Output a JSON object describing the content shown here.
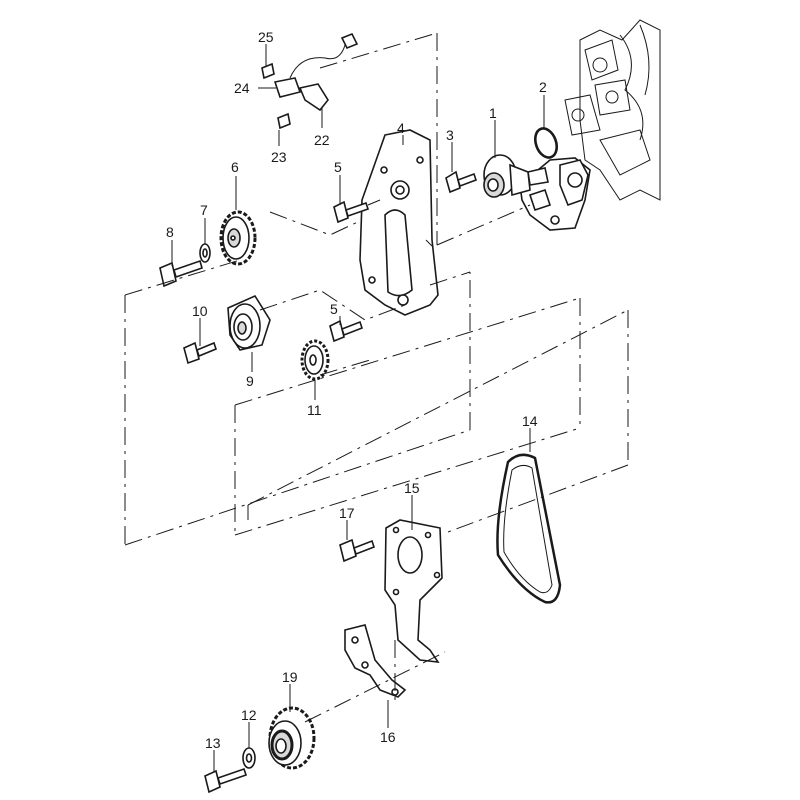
{
  "diagram": {
    "parts": [
      {
        "id": "p1",
        "label": "1",
        "icon": "water-pump-icon"
      },
      {
        "id": "p2",
        "label": "2",
        "icon": "o-ring-icon"
      },
      {
        "id": "p3",
        "label": "3",
        "icon": "bolt-icon"
      },
      {
        "id": "p4",
        "label": "4",
        "icon": "rear-timing-cover-icon"
      },
      {
        "id": "p5a",
        "label": "5",
        "icon": "bolt-icon"
      },
      {
        "id": "p5b",
        "label": "5",
        "icon": "bolt-icon"
      },
      {
        "id": "p6",
        "label": "6",
        "icon": "camshaft-sprocket-icon"
      },
      {
        "id": "p7",
        "label": "7",
        "icon": "washer-icon"
      },
      {
        "id": "p8",
        "label": "8",
        "icon": "bolt-icon"
      },
      {
        "id": "p9",
        "label": "9",
        "icon": "tensioner-pulley-icon"
      },
      {
        "id": "p10",
        "label": "10",
        "icon": "bolt-icon"
      },
      {
        "id": "p11",
        "label": "11",
        "icon": "idler-gear-icon"
      },
      {
        "id": "p12",
        "label": "12",
        "icon": "washer-icon"
      },
      {
        "id": "p13",
        "label": "13",
        "icon": "bolt-icon"
      },
      {
        "id": "p14",
        "label": "14",
        "icon": "timing-belt-icon"
      },
      {
        "id": "p15",
        "label": "15",
        "icon": "front-cover-icon"
      },
      {
        "id": "p16",
        "label": "16",
        "icon": "bracket-icon"
      },
      {
        "id": "p17",
        "label": "17",
        "icon": "bolt-icon"
      },
      {
        "id": "p19",
        "label": "19",
        "icon": "crankshaft-sprocket-icon"
      },
      {
        "id": "p22",
        "label": "22",
        "icon": "sensor-bracket-icon"
      },
      {
        "id": "p23",
        "label": "23",
        "icon": "screw-icon"
      },
      {
        "id": "p24",
        "label": "24",
        "icon": "sensor-icon"
      },
      {
        "id": "p25",
        "label": "25",
        "icon": "screw-icon"
      }
    ]
  }
}
